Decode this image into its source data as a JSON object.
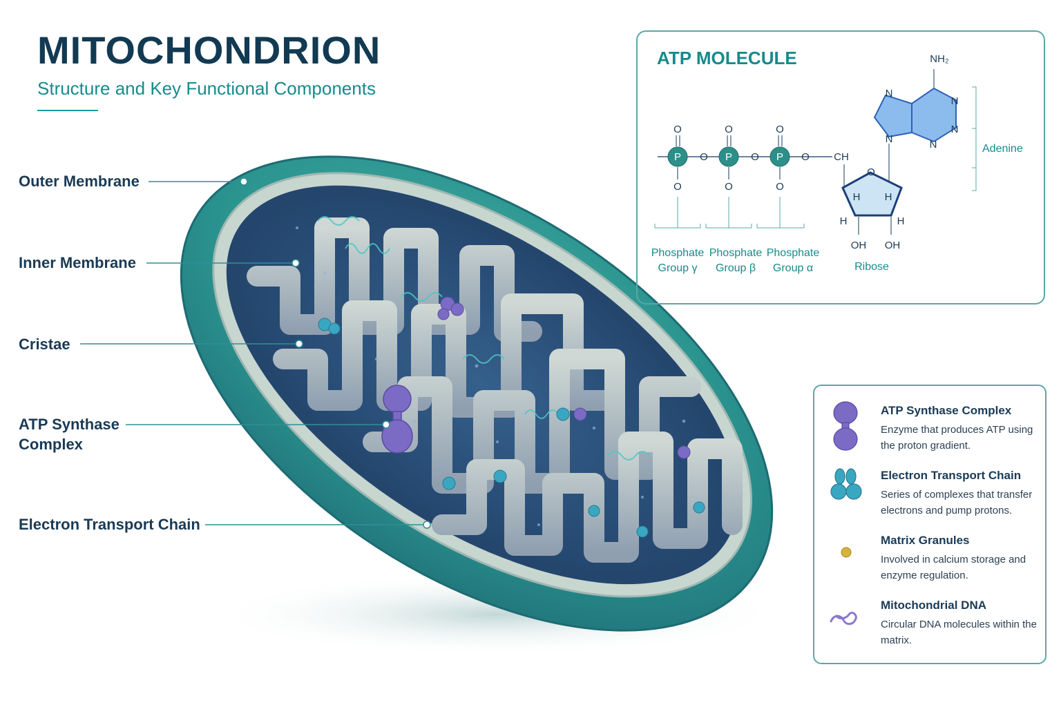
{
  "header": {
    "title": "MITOCHONDRION",
    "subtitle": "Structure and Key Functional Components"
  },
  "callouts": [
    {
      "id": "outer-membrane",
      "label": "Outer Membrane"
    },
    {
      "id": "inner-membrane",
      "label": "Inner Membrane"
    },
    {
      "id": "cristae",
      "label": "Cristae"
    },
    {
      "id": "atp-synthase",
      "label": "ATP Synthase\nComplex"
    },
    {
      "id": "electron-transport",
      "label": "Electron Transport Chain"
    }
  ],
  "atp": {
    "title": "ATP MOLECULE",
    "atoms": {
      "oxygen": "O",
      "phosphorus": "P",
      "carbon_group": "CH",
      "nitrogen": "N",
      "hydrogen": "H",
      "hydroxyl": "OH",
      "amine": "NH₂"
    },
    "groups": {
      "phosphate_gamma": "Phosphate\nGroup γ",
      "phosphate_beta": "Phosphate\nGroup β",
      "phosphate_alpha": "Phosphate\nGroup α",
      "ribose": "Ribose",
      "adenine": "Adenine"
    }
  },
  "legend": [
    {
      "icon": "atp-synthase-icon",
      "title": "ATP Synthase Complex",
      "desc": "Enzyme that produces ATP using the proton gradient.",
      "color": "#7b6bc4"
    },
    {
      "icon": "electron-transport-icon",
      "title": "Electron Transport Chain",
      "desc": "Series of complexes that transfer electrons and pump protons.",
      "color": "#3aa7c2"
    },
    {
      "icon": "matrix-granule-icon",
      "title": "Matrix Granules",
      "desc": "Involved in calcium storage and enzyme regulation.",
      "color": "#d7b23c"
    },
    {
      "icon": "mitochondrial-dna-icon",
      "title": "Mitochondrial DNA",
      "desc": "Circular DNA molecules within the matrix.",
      "color": "#8c78cf"
    }
  ],
  "colors": {
    "outer_membrane": "#2f9a94",
    "matrix": "#2a4a73",
    "accent": "#178a8c",
    "heading": "#123a52"
  }
}
